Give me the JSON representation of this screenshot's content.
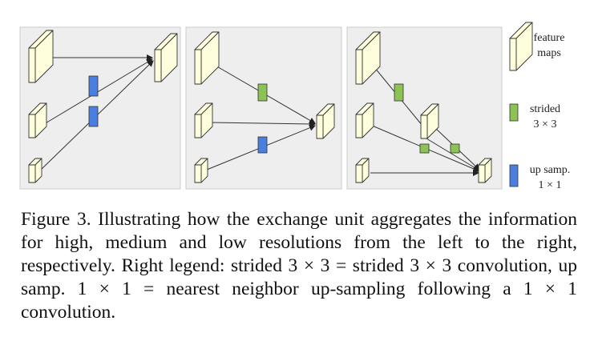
{
  "figure": {
    "legend": {
      "feature_maps": [
        "feature",
        "maps"
      ],
      "strided": [
        "strided",
        "3 × 3"
      ],
      "upsamp": [
        "up samp.",
        "1 × 1"
      ]
    },
    "colors": {
      "panel_bg": "#eeeeee",
      "panel_border": "#cccccc",
      "feature_map_fill": "#fefedc",
      "strided_green": "#8dc255",
      "upsamp_blue": "#4a7fe0",
      "arrow": "#333333"
    }
  },
  "caption": {
    "text": "Figure 3. Illustrating how the exchange unit aggregates the information for high, medium and low resolutions from the left to the right, respectively. Right legend: strided 3 × 3 = strided 3 × 3 convolution, up samp. 1 × 1 = nearest neighbor up-sampling following a 1 × 1 convolution."
  }
}
